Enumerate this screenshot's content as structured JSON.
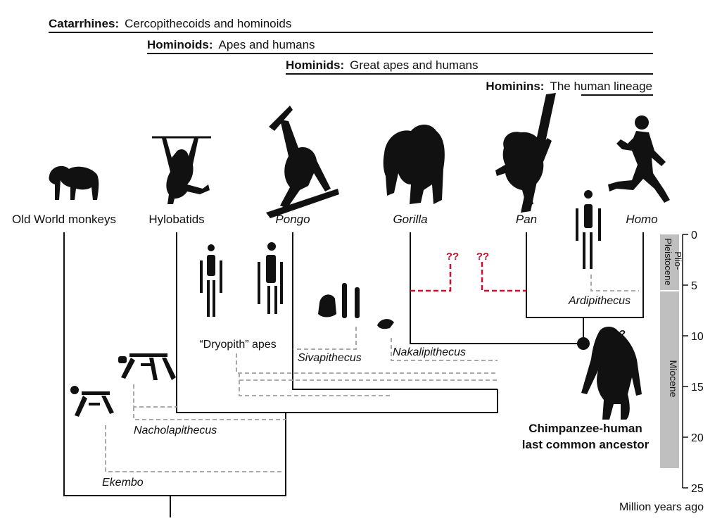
{
  "groups": [
    {
      "term": "Catarrhines:",
      "desc": "Cercopithecoids and hominoids"
    },
    {
      "term": "Hominoids:",
      "desc": "Apes and humans"
    },
    {
      "term": "Hominids:",
      "desc": "Great apes and humans"
    },
    {
      "term": "Hominins:",
      "desc": "The human lineage"
    }
  ],
  "taxa": [
    "Old World monkeys",
    "Hylobatids",
    "Pongo",
    "Gorilla",
    "Pan",
    "Homo"
  ],
  "fossils": [
    "“Dryopith” apes",
    "Sivapithecus",
    "Nakalipithecus",
    "Nacholapithecus",
    "Ekembo",
    "Ardipithecus"
  ],
  "lca": {
    "line1": "Chimpanzee-human",
    "line2": "last common ancestor",
    "question": "?"
  },
  "uncertain_marks": [
    "??",
    "??"
  ],
  "time_scale": {
    "ticks": [
      "0",
      "5",
      "10",
      "15",
      "20",
      "25"
    ],
    "epochs": [
      "Plio-",
      "Pleistocene",
      "Miocene"
    ],
    "unit": "Million years ago"
  },
  "colors": {
    "ink": "#111111",
    "fossil_dash": "#aaaaaa",
    "uncertain": "#c8102e",
    "epoch_band": "#bfbfbf"
  }
}
